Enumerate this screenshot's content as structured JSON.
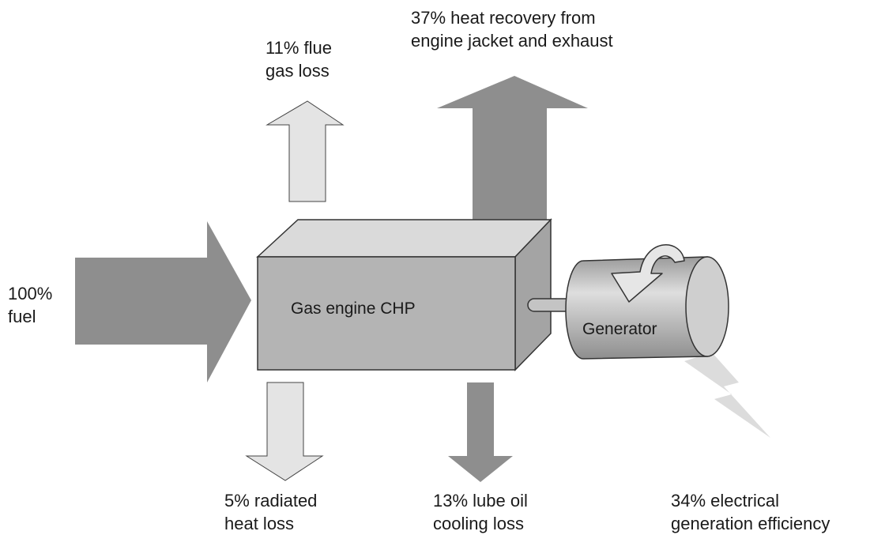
{
  "labels": {
    "fuel": [
      "100%",
      "fuel"
    ],
    "flue": [
      "11% flue",
      "gas loss"
    ],
    "recovery": [
      "37% heat recovery from",
      "engine jacket and exhaust"
    ],
    "radiated": [
      "5% radiated",
      "heat loss"
    ],
    "lube": [
      "13% lube oil",
      "cooling loss"
    ],
    "electrical": [
      "34% electrical",
      "generation efficiency"
    ],
    "engine": "Gas engine CHP",
    "generator": "Generator"
  },
  "colors": {
    "heavy_arrow": "#8e8e8e",
    "light_arrow": "#e4e4e4",
    "box_front": "#b4b4b4",
    "box_top": "#dadada",
    "box_side": "#a4a4a4",
    "generator_body": "#c2c2c2",
    "outline": "#333333"
  }
}
